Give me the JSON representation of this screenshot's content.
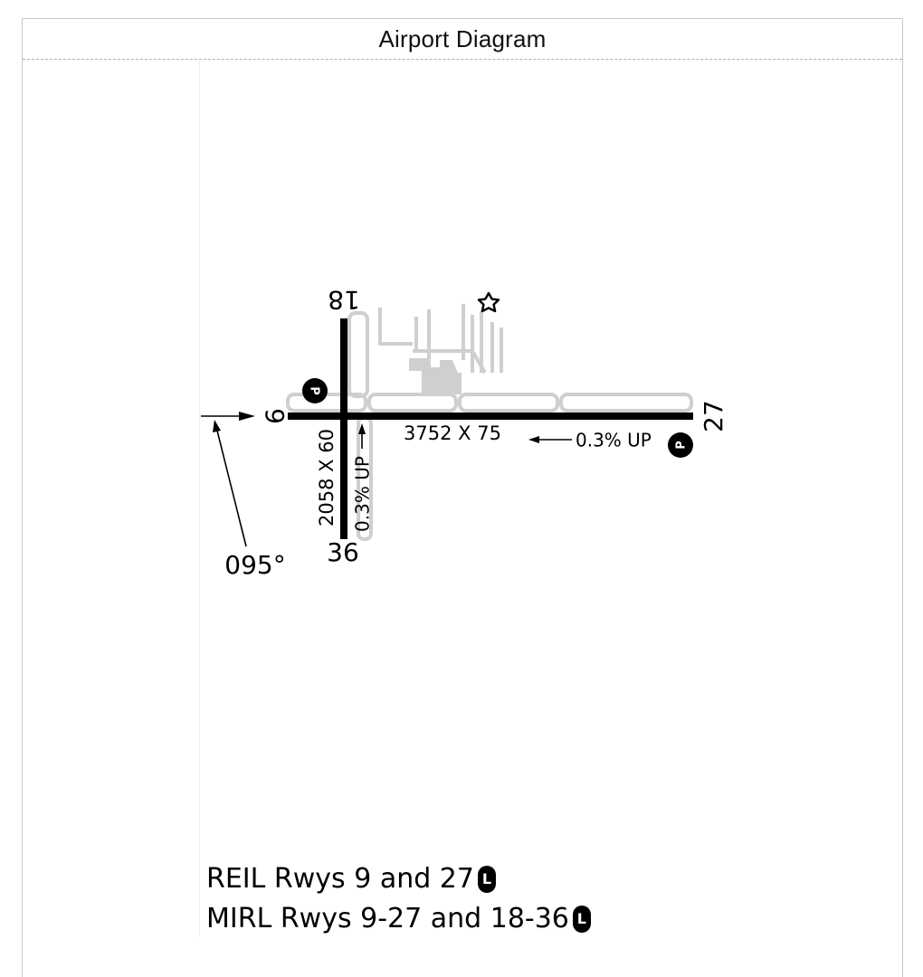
{
  "panel": {
    "title": "Airport Diagram"
  },
  "runways": {
    "rwy_9": "9",
    "rwy_27": "27",
    "rwy_18": "18",
    "rwy_36": "36",
    "main_dimensions": "3752 X 75",
    "cross_dimensions": "2058 X 60",
    "main_gradient": "0.3% UP",
    "cross_gradient": "0.3% UP"
  },
  "approach": {
    "bearing": "095°"
  },
  "parking": {
    "symbol": "P"
  },
  "beacon": {
    "icon": "rotating-beacon-star-icon"
  },
  "notes": {
    "line1": "REIL Rwys 9 and 27",
    "line2": "MIRL Rwys 9-27 and 18-36",
    "badge": "L"
  }
}
